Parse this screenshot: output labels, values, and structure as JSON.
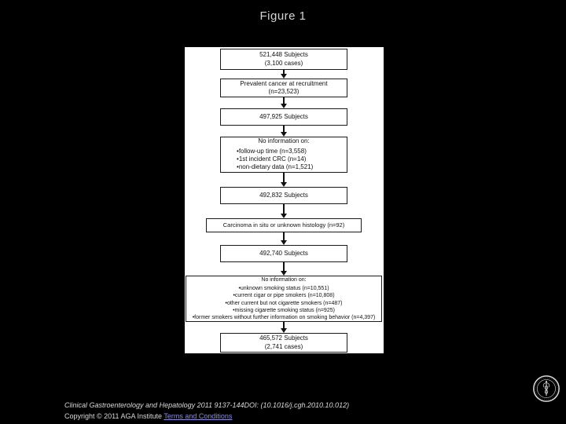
{
  "slide": {
    "title": "Figure 1"
  },
  "flowchart": {
    "boxes": [
      {
        "lines": [
          "521,448 Subjects",
          "(3,100 cases)"
        ]
      },
      {
        "lines": [
          "Prevalent cancer at recruitment",
          "(n=23,523)"
        ]
      },
      {
        "lines": [
          "497,925 Subjects"
        ]
      },
      {
        "heading": "No information on:",
        "bullets": [
          "follow-up time (n=3,558)",
          "1st incident CRC (n=14)",
          "non-dietary data (n=1,521)"
        ]
      },
      {
        "lines": [
          "492,832 Subjects"
        ]
      },
      {
        "lines": [
          "Carcinoma in situ or unknown histology (n=92)"
        ]
      },
      {
        "lines": [
          "492,740 Subjects"
        ]
      },
      {
        "heading": "No information on:",
        "bullets": [
          "unknown smoking status (n=10,551)",
          "current cigar or pipe smokers (n=10,808)",
          "other current but not cigarette smokers (n=487)",
          "missing cigarette smoking status (n=925)",
          "former smokers without further information on smoking behavior (n=4,397)"
        ]
      },
      {
        "lines": [
          "465,572 Subjects",
          "(2,741 cases)"
        ]
      }
    ]
  },
  "footer": {
    "citation": "Clinical Gastroenterology and Hepatology 2011 9137-144DOI: (10.1016/j.cgh.2010.10.012)",
    "copyright_prefix": "Copyright © 2011 AGA Institute ",
    "terms_link": "Terms and Conditions",
    "logo_icon": "aga-institute-seal-icon"
  },
  "colors": {
    "background": "#000000",
    "panel": "#ffffff",
    "box_border": "#1a1a1a",
    "title_text": "#d4d4d4",
    "footer_text": "#d8d8d8",
    "link": "#8d8dd8"
  }
}
